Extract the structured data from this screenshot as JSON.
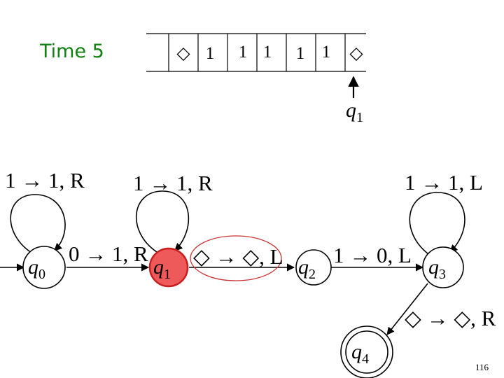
{
  "title": "Time 5",
  "page_number": "116",
  "tape": {
    "cells": [
      "◇",
      "1",
      "1",
      "1",
      "1",
      "1",
      "◇"
    ],
    "head_cell_index": 6,
    "head_state": "q",
    "head_state_sub": "1"
  },
  "states": [
    {
      "id": "q0",
      "name": "q",
      "sub": "0",
      "initial": true,
      "current": false,
      "accepting": false
    },
    {
      "id": "q1",
      "name": "q",
      "sub": "1",
      "initial": false,
      "current": true,
      "accepting": false
    },
    {
      "id": "q2",
      "name": "q",
      "sub": "2",
      "initial": false,
      "current": false,
      "accepting": false
    },
    {
      "id": "q3",
      "name": "q",
      "sub": "3",
      "initial": false,
      "current": false,
      "accepting": false
    },
    {
      "id": "q4",
      "name": "q",
      "sub": "4",
      "initial": false,
      "current": false,
      "accepting": true
    }
  ],
  "transitions": [
    {
      "from": "q0",
      "to": "q0",
      "label": "1 → 1, R"
    },
    {
      "from": "q0",
      "to": "q1",
      "label": "0 → 1, R"
    },
    {
      "from": "q1",
      "to": "q1",
      "label": "1 → 1, R"
    },
    {
      "from": "q1",
      "to": "q2",
      "label": "◇ → ◇, L",
      "highlighted": true
    },
    {
      "from": "q2",
      "to": "q3",
      "label": "1 → 0, L"
    },
    {
      "from": "q3",
      "to": "q3",
      "label": "1 → 1, L"
    },
    {
      "from": "q3",
      "to": "q4",
      "label": "◇ → ◇, R"
    }
  ],
  "colors": {
    "title": "#118011",
    "current_state_fill": "#ee5a5a",
    "current_state_stroke": "#c81e1e",
    "highlight_ellipse": "#c83232",
    "ink": "#000000"
  }
}
